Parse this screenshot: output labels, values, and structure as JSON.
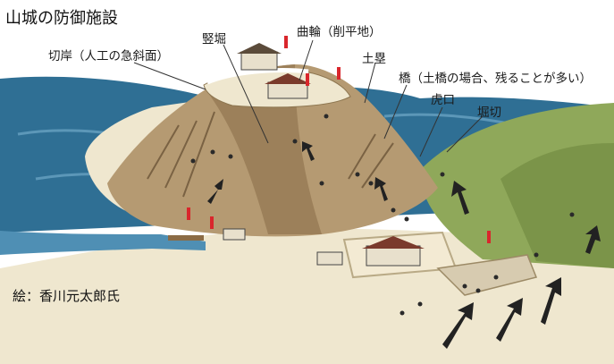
{
  "title": "山城の防御施設",
  "credit": "絵：香川元太郎氏",
  "labels": {
    "kirigishi": "切岸（人工の急斜面）",
    "tatebori": "竪堀",
    "kuruwa": "曲輪（削平地）",
    "dorui": "土塁",
    "hashi": "橋（土橋の場合、残ることが多い）",
    "koguchi": "虎口",
    "horikiri": "堀切"
  },
  "colors": {
    "sea": "#2f6f94",
    "water_light": "#6fa8c8",
    "ground": "#efe7cf",
    "mountain": "#b59a72",
    "forest": "#8fa85a",
    "arrow": "#222222",
    "flag": "#d9262c"
  }
}
